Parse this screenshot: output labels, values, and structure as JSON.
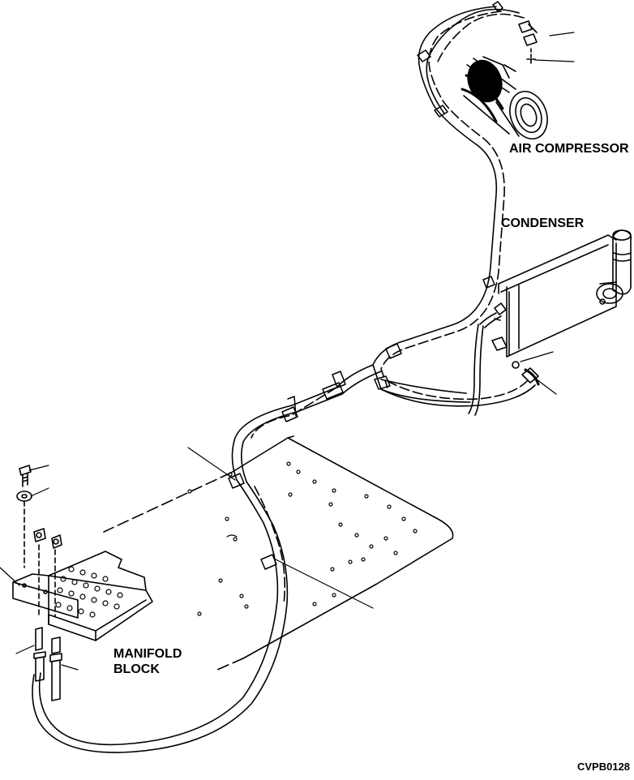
{
  "labels": {
    "air_compressor": "AIR COMPRESSOR",
    "condenser": "CONDENSER",
    "manifold_block_line1": "MANIFOLD",
    "manifold_block_line2": "BLOCK",
    "drawing_code": "CVPB0128"
  },
  "colors": {
    "ink": "#000000",
    "paper": "#ffffff"
  }
}
